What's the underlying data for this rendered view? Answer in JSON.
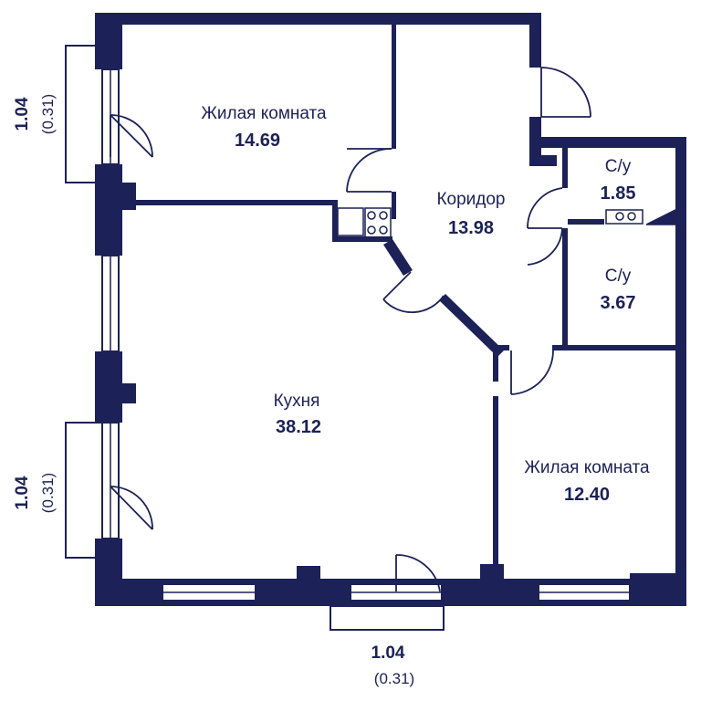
{
  "colors": {
    "wall": "#1c2157",
    "fixture": "#1c2157",
    "background": "#ffffff"
  },
  "rooms": [
    {
      "name": "Жилая комната",
      "area": "14.69"
    },
    {
      "name": "Коридор",
      "area": "13.98"
    },
    {
      "name": "С/у",
      "area": "1.85"
    },
    {
      "name": "С/у",
      "area": "3.67"
    },
    {
      "name": "Кухня",
      "area": "38.12"
    },
    {
      "name": "Жилая комната",
      "area": "12.40"
    }
  ],
  "balconies": [
    {
      "size": "1.04",
      "area": "(0.31)"
    },
    {
      "size": "1.04",
      "area": "(0.31)"
    },
    {
      "size": "1.04",
      "area": "(0.31)"
    }
  ]
}
